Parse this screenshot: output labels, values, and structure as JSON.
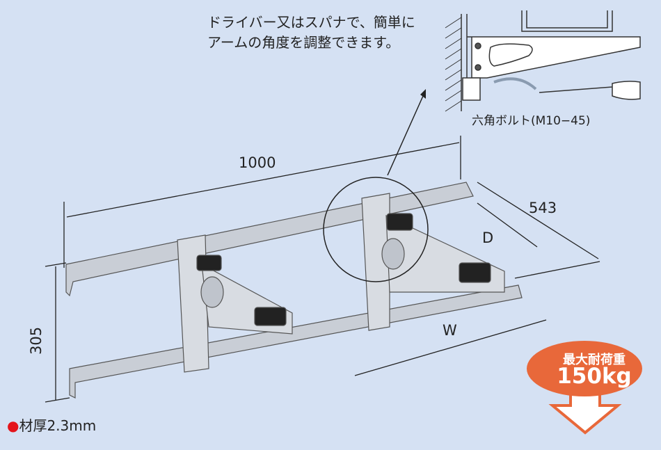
{
  "callout": {
    "caption_line1": "ドライバー又はスパナで、簡単に",
    "caption_line2": "アームの角度を調整できます。",
    "bolt_label": "六角ボルト(M10−45)"
  },
  "dimensions": {
    "length": "1000",
    "depth": "543",
    "d": "D",
    "w": "W",
    "height": "305"
  },
  "spec": {
    "bullet": "●",
    "thickness": "材厚2.3mm"
  },
  "load": {
    "label": "最大耐荷重",
    "value": "150kg",
    "color": "#e8683a"
  }
}
